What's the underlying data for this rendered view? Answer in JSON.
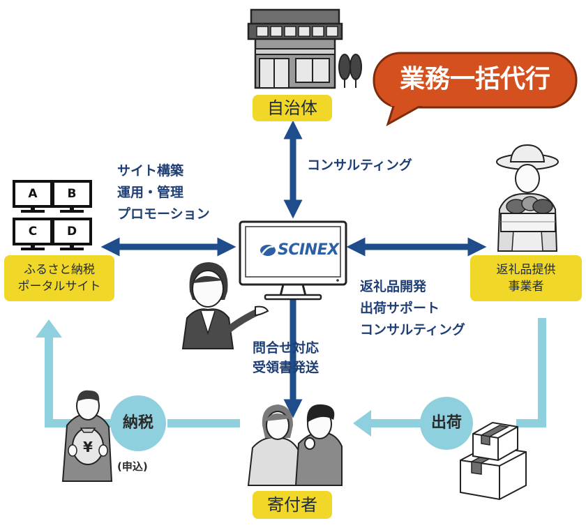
{
  "badge": {
    "text": "業務一括代行"
  },
  "nodes": {
    "municipality": "自治体",
    "portal": [
      "ふるさと納税",
      "ポータルサイト"
    ],
    "supplier": [
      "返礼品提供",
      "事業者"
    ],
    "donor": "寄付者"
  },
  "center": {
    "brand": "SCINEX"
  },
  "flows": {
    "to_municipality": "コンサルティング",
    "to_portal": [
      "サイト構築",
      "運用・管理",
      "プロモーション"
    ],
    "to_supplier": [
      "返礼品開発",
      "出荷サポート",
      "コンサルティング"
    ],
    "to_donor": [
      "問合せ対応",
      "受領書発送"
    ],
    "shipping": "出荷",
    "tax_payment": "納税",
    "application": "(申込)"
  },
  "monitors": [
    "A",
    "B",
    "C",
    "D"
  ],
  "colors": {
    "navy": "#1f4d8c",
    "light_blue": "#8fd0de",
    "yellow": "#f0d728",
    "badge": "#d4501e"
  }
}
